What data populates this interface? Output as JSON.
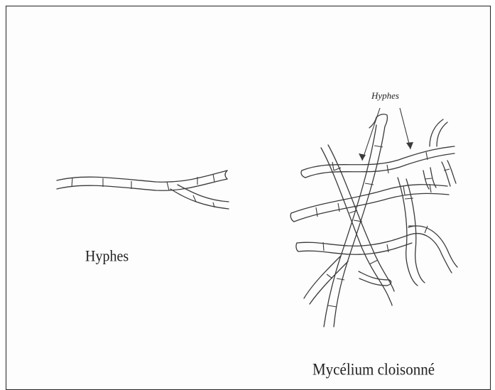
{
  "figure": {
    "left_panel": {
      "label": "Hyphes"
    },
    "right_panel": {
      "annotation": "Hyphes",
      "label": "Mycélium cloisonné"
    }
  },
  "colors": {
    "ink": "#3a3a3a",
    "frame": "#222222",
    "paper": "#fdfdfd"
  }
}
